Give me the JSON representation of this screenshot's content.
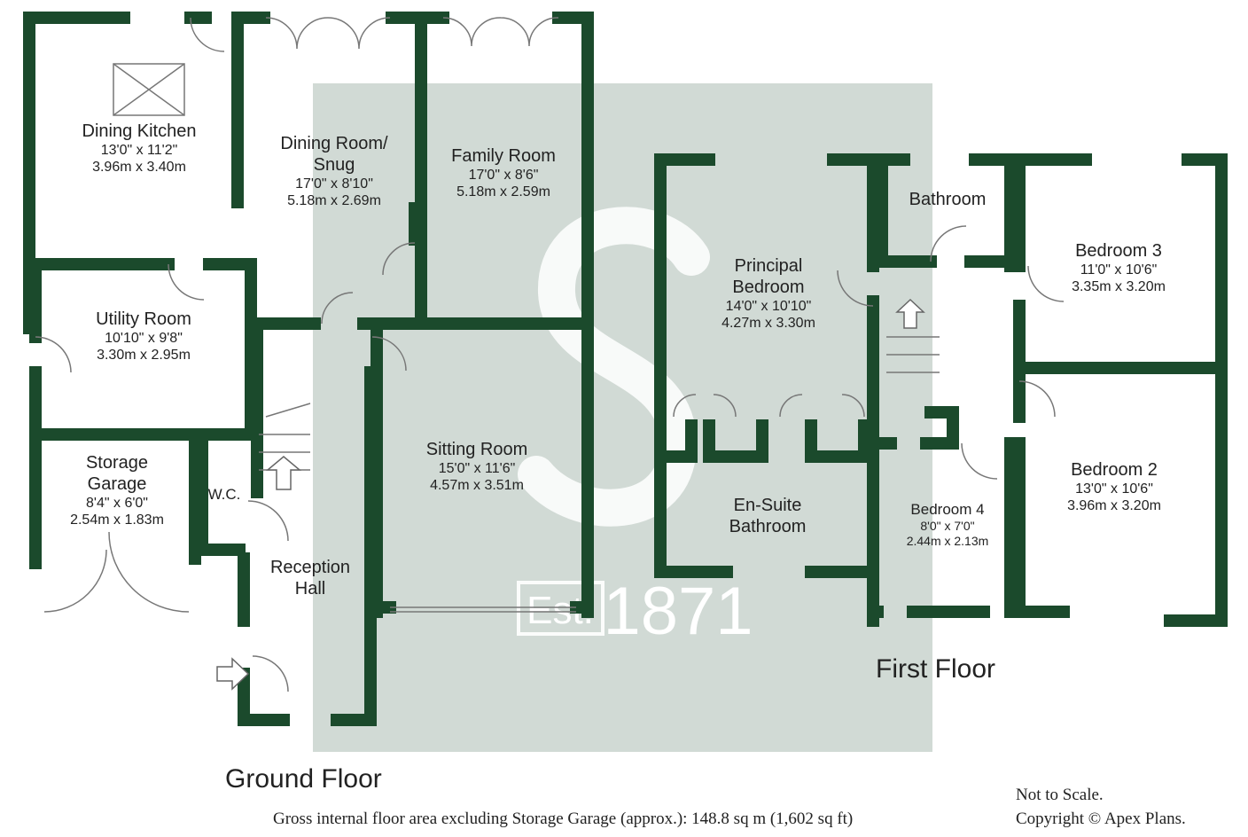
{
  "rooms": {
    "dining_kitchen": {
      "name": "Dining Kitchen",
      "imperial": "13'0\" x 11'2\"",
      "metric": "3.96m x 3.40m"
    },
    "dining_room": {
      "name": "Dining Room/ Snug",
      "imperial": "17'0\" x 8'10\"",
      "metric": "5.18m x 2.69m"
    },
    "family_room": {
      "name": "Family Room",
      "imperial": "17'0\" x 8'6\"",
      "metric": "5.18m x 2.59m"
    },
    "utility": {
      "name": "Utility Room",
      "imperial": "10'10\" x 9'8\"",
      "metric": "3.30m x 2.95m"
    },
    "storage_garage": {
      "name": "Storage Garage",
      "imperial": "8'4\" x 6'0\"",
      "metric": "2.54m x 1.83m"
    },
    "wc": {
      "name": "W.C."
    },
    "reception_hall": {
      "name": "Reception Hall"
    },
    "sitting_room": {
      "name": "Sitting Room",
      "imperial": "15'0\" x 11'6\"",
      "metric": "4.57m x 3.51m"
    },
    "principal_bedroom": {
      "name": "Principal Bedroom",
      "imperial": "14'0\" x 10'10\"",
      "metric": "4.27m x 3.30m"
    },
    "bathroom": {
      "name": "Bathroom"
    },
    "bedroom3": {
      "name": "Bedroom 3",
      "imperial": "11'0\" x 10'6\"",
      "metric": "3.35m x 3.20m"
    },
    "bedroom2": {
      "name": "Bedroom 2",
      "imperial": "13'0\" x 10'6\"",
      "metric": "3.96m x 3.20m"
    },
    "bedroom4": {
      "name": "Bedroom 4",
      "imperial": "8'0\" x 7'0\"",
      "metric": "2.44m x 2.13m"
    },
    "ensuite": {
      "name": "En-Suite Bathroom"
    }
  },
  "floors": {
    "ground": "Ground Floor",
    "first": "First Floor"
  },
  "watermark": {
    "letter": "S",
    "est": "Est.",
    "year": "1871"
  },
  "footer": {
    "area": "Gross internal floor area excluding Storage Garage (approx.): 148.8 sq m (1,602 sq ft)",
    "scale": "Not to Scale.",
    "copyright": "Copyright © Apex Plans."
  },
  "colors": {
    "wall": "#1b4a2c",
    "watermark": "#c7d1cc"
  }
}
